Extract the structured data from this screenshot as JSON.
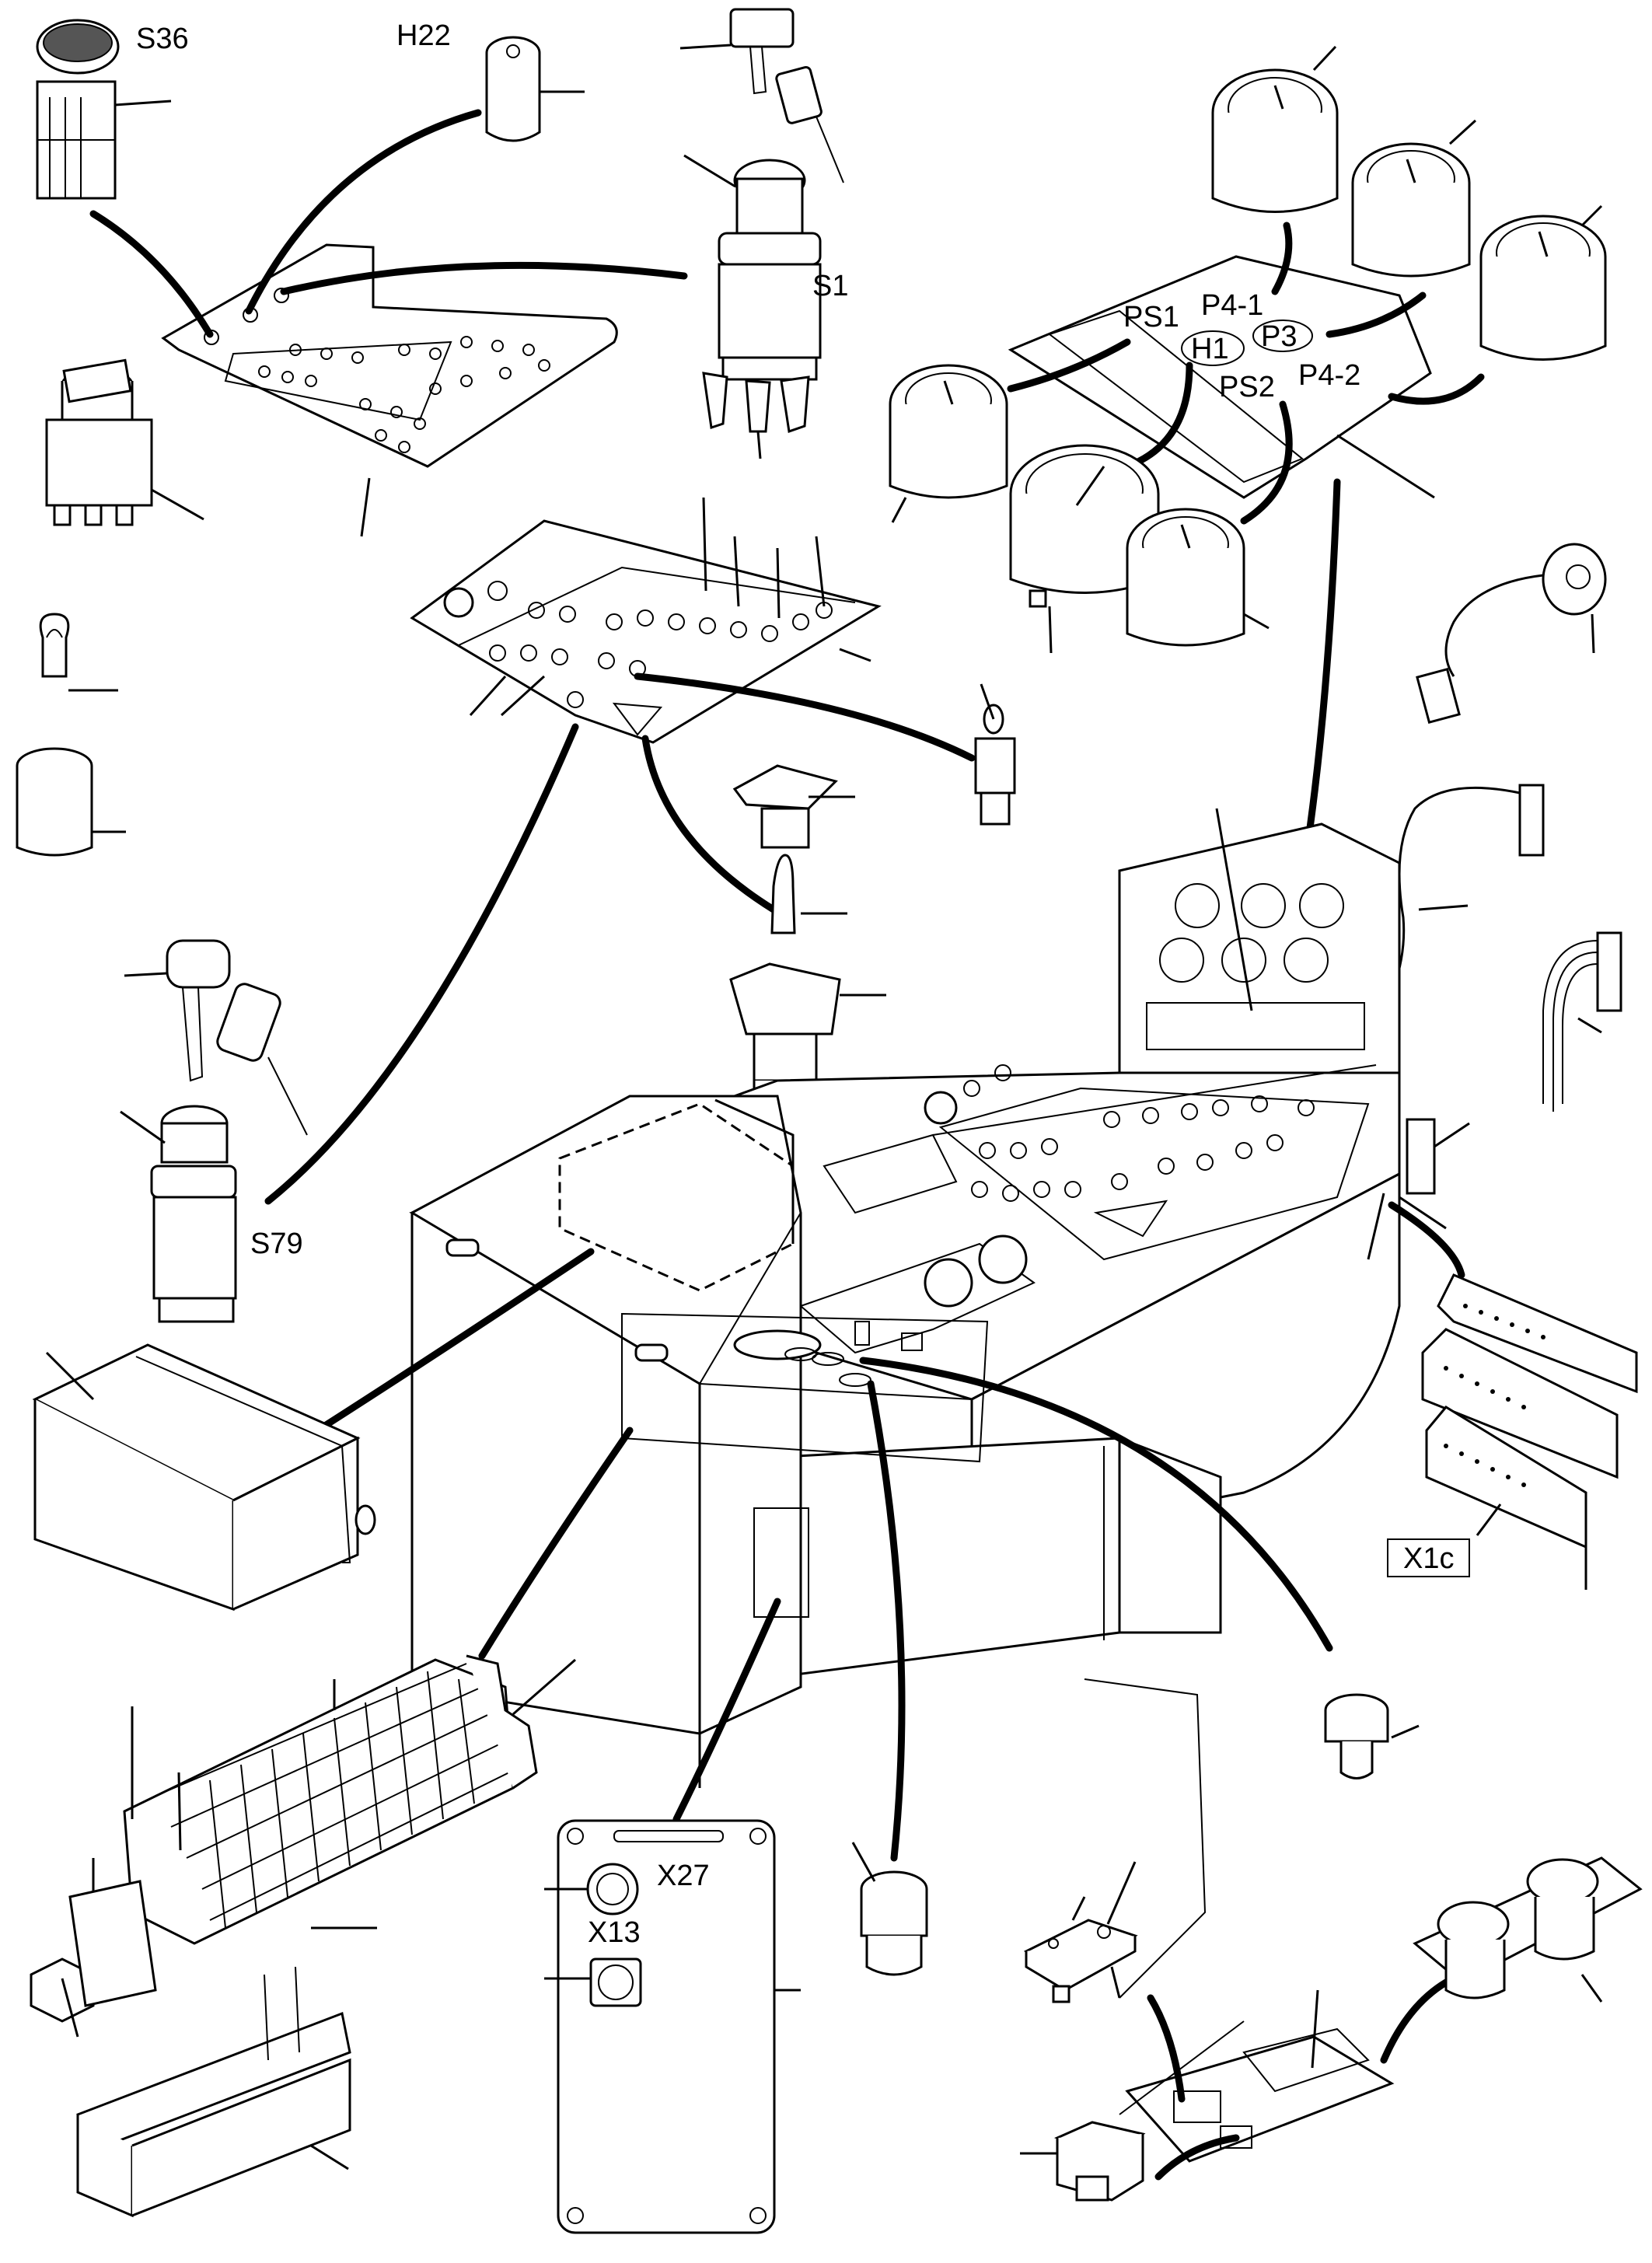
{
  "labels": {
    "s36": "S36",
    "h22": "H22",
    "s1": "S1",
    "ps1": "PS1",
    "p4_1": "P4-1",
    "h1": "H1",
    "p3": "P3",
    "ps2": "PS2",
    "p4_2": "P4-2",
    "s79": "S79",
    "x1c": "X1c",
    "x27": "X27",
    "x13": "X13"
  }
}
